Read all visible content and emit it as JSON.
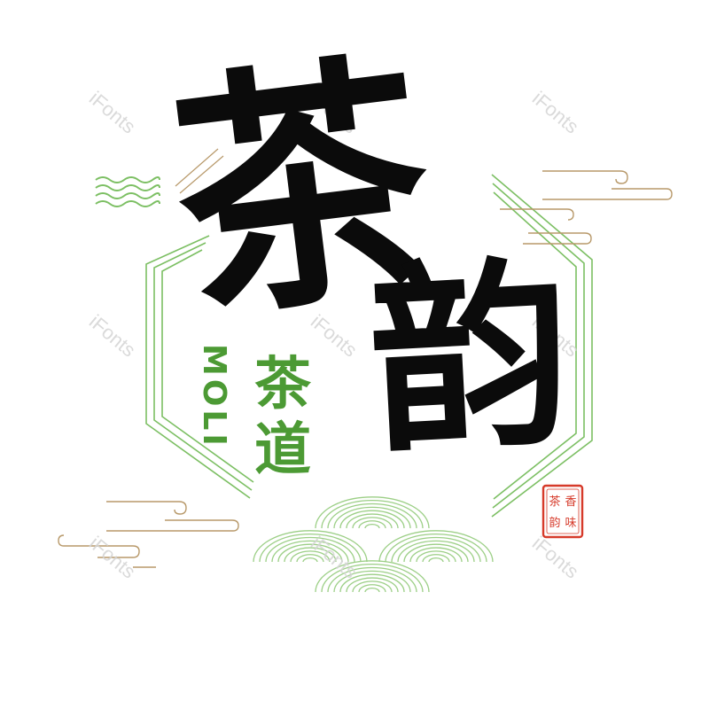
{
  "title": {
    "main_1": "茶",
    "main_2": "韵",
    "sub_1": "茶",
    "sub_2": "道",
    "latin": "MOLI"
  },
  "seal": {
    "text": "茶香韵味",
    "color": "#d63a2a"
  },
  "watermark": {
    "text": "iFonts",
    "count": 9
  },
  "colors": {
    "ink": "#0b0b0b",
    "green": "#4c9a34",
    "line_green": "#7cbf63",
    "gold": "#b8996a",
    "watermark": "#d4d4d4"
  },
  "icons": [
    "wave-lines-icon",
    "cloud-swirl-icon",
    "hexagon-frame-icon",
    "fan-wave-icon",
    "seal-stamp-icon"
  ]
}
